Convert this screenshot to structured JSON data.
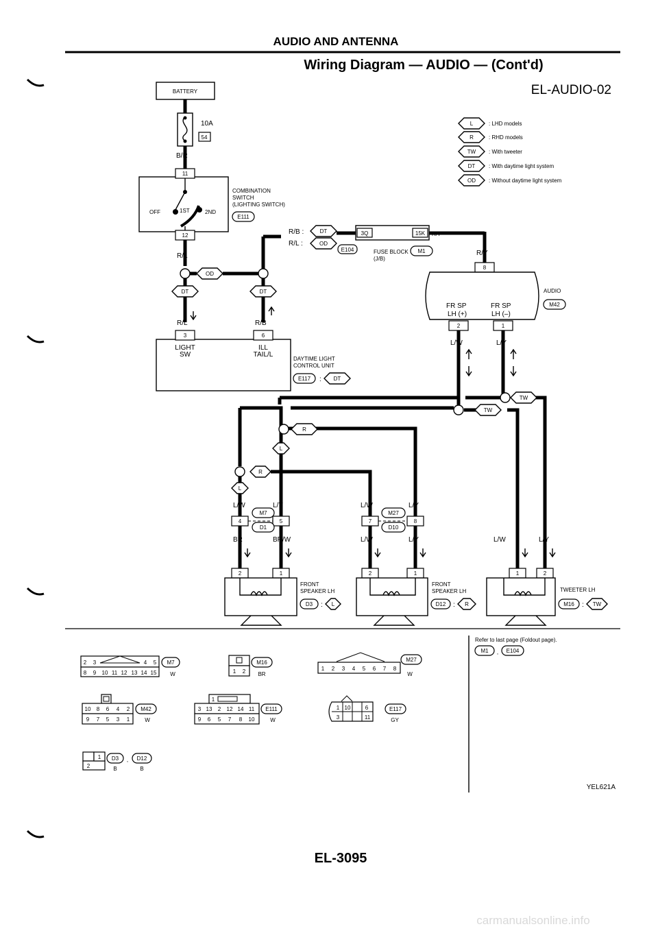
{
  "header": {
    "section": "AUDIO AND ANTENNA",
    "title": "Wiring Diagram — AUDIO — (Cont'd)",
    "code": "EL-AUDIO-02"
  },
  "legend": [
    {
      "symbol": "L",
      "text": ": LHD models"
    },
    {
      "symbol": "R",
      "text": ": RHD models"
    },
    {
      "symbol": "TW",
      "text": ": With tweeter"
    },
    {
      "symbol": "DT",
      "text": ": With daytime light system"
    },
    {
      "symbol": "OD",
      "text": ": Without daytime light system"
    }
  ],
  "battery": {
    "label": "BATTERY",
    "fuse_rating": "10A",
    "fuse_no": "54",
    "wire": "B/R"
  },
  "combination_switch": {
    "name_lines": [
      "COMBINATION",
      "SWITCH",
      "(LIGHTING SWITCH)"
    ],
    "connector": "E111",
    "pin_in": "11",
    "pin_out": "12",
    "positions": [
      "OFF",
      "1ST",
      "2ND"
    ],
    "wire_out": "R/L"
  },
  "fuse_block": {
    "label": "FUSE BLOCK",
    "sub": "(J/B)",
    "pin_a": "3Q",
    "pin_b": "15K",
    "connector_a": "E104",
    "connector_b": "M1",
    "wire_rb": "R/B :",
    "wire_rl": "R/L :",
    "sym_rb": "DT",
    "sym_rl": "OD",
    "wire_out": "R/Y"
  },
  "audio_unit": {
    "label": "AUDIO",
    "connector": "M42",
    "pin_power": "8",
    "frsp_plus": [
      "FR SP",
      "LH (+)"
    ],
    "frsp_minus": [
      "FR SP",
      "LH (–)"
    ],
    "pin_plus": "2",
    "pin_minus": "1",
    "wire_plus": "L/W",
    "wire_minus": "L/Y"
  },
  "daytime_unit": {
    "name_lines": [
      "DAYTIME LIGHT",
      "CONTROL UNIT"
    ],
    "connector": "E117",
    "sym": "DT",
    "light_sw": [
      "LIGHT",
      "SW"
    ],
    "ill_tail": [
      "ILL",
      "TAIL/L"
    ],
    "pin_light": "3",
    "pin_ill": "6",
    "wire_light": "R/L",
    "wire_ill": "R/B",
    "od_sym": "OD",
    "dt_sym": "DT"
  },
  "harness": {
    "tw_sym": "TW",
    "r_sym": "R",
    "l_sym": "L",
    "m7": "M7",
    "d1": "D1",
    "m27": "M27",
    "d10": "D10",
    "pins_left": [
      "4",
      "5"
    ],
    "pins_mid": [
      "7",
      "8"
    ],
    "wires_left_top": [
      "L/W",
      "L/Y"
    ],
    "wires_left_bot": [
      "BR",
      "BR/W"
    ],
    "wires_mid_top": [
      "L/W",
      "L/Y"
    ],
    "wires_mid_bot": [
      "L/W",
      "L/Y"
    ],
    "wires_right": [
      "L/W",
      "L/Y"
    ]
  },
  "speakers": [
    {
      "name_lines": [
        "FRONT",
        "SPEAKER LH"
      ],
      "connector": "D3",
      "sym": "L",
      "pins": [
        "2",
        "1"
      ],
      "name": "front-speaker-lhd"
    },
    {
      "name_lines": [
        "FRONT",
        "SPEAKER LH"
      ],
      "connector": "D12",
      "sym": "R",
      "pins": [
        "2",
        "1"
      ],
      "name": "front-speaker-rhd"
    },
    {
      "name_lines": [
        "TWEETER LH"
      ],
      "connector": "M16",
      "sym": "TW",
      "pins": [
        "1",
        "2"
      ],
      "name": "tweeter"
    }
  ],
  "connectors": {
    "m7": {
      "id": "M7",
      "color": "W",
      "top": [
        "2",
        "3",
        "",
        "",
        "4",
        "5"
      ],
      "bottom": [
        "8",
        "9",
        "10",
        "11",
        "12",
        "13",
        "14",
        "15"
      ]
    },
    "m16": {
      "id": "M16",
      "color": "BR",
      "pins": [
        "1",
        "2"
      ]
    },
    "m27": {
      "id": "M27",
      "color": "W",
      "pins": [
        "1",
        "2",
        "3",
        "4",
        "5",
        "6",
        "7",
        "8"
      ]
    },
    "m42": {
      "id": "M42",
      "color": "W",
      "top": [
        "10",
        "8",
        "6",
        "4",
        "2"
      ],
      "bottom": [
        "9",
        "7",
        "5",
        "3",
        "1"
      ]
    },
    "e111": {
      "id": "E111",
      "color": "W",
      "top": [
        "1",
        "",
        "",
        ""
      ],
      "mid": [
        "3",
        "13",
        "2",
        "12",
        "14",
        "11"
      ],
      "bottom": [
        "9",
        "6",
        "5",
        "7",
        "8",
        "10"
      ]
    },
    "e117": {
      "id": "E117",
      "color": "GY",
      "top": [
        "1",
        "10",
        "6"
      ],
      "bottom": [
        "3",
        "",
        "11"
      ]
    },
    "d3d12": {
      "ids": [
        "D3",
        "D12"
      ],
      "colors": [
        "B",
        "B"
      ],
      "pins": [
        "1",
        "2"
      ],
      "sep": ","
    }
  },
  "refer_note": {
    "text": "Refer to last page (Foldout page).",
    "refs": [
      "M1",
      "E104"
    ],
    "sep": ","
  },
  "figure_code": "YEL621A",
  "page_number": "EL-3095",
  "watermark": "carmanualsonline.info"
}
